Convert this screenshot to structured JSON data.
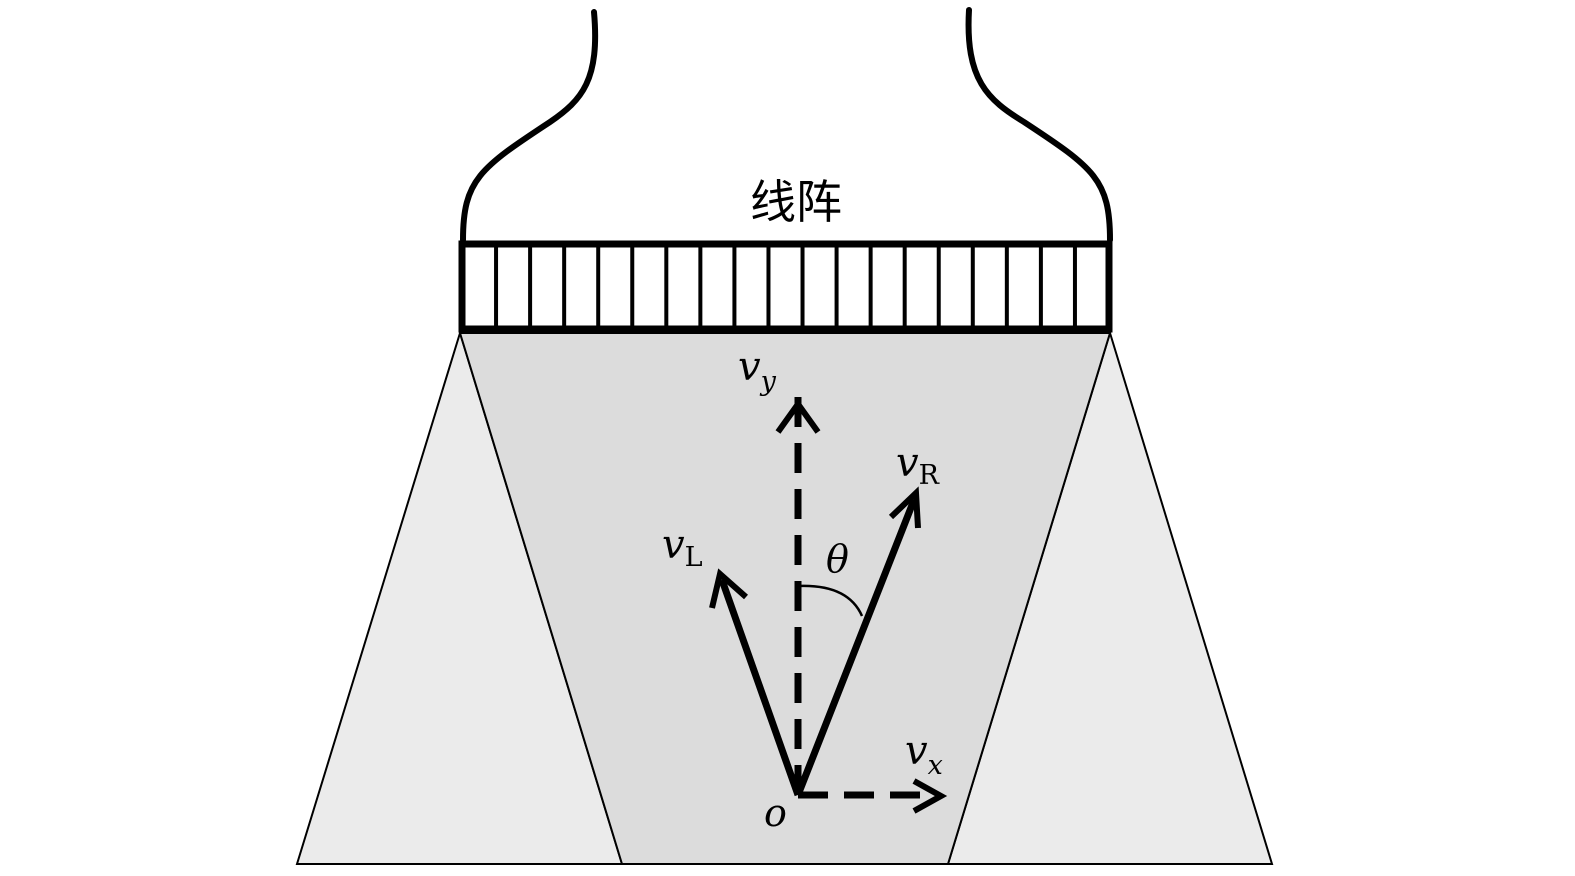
{
  "labels": {
    "array": "线阵",
    "vy_base": "v",
    "vy_sub": "y",
    "vr_base": "v",
    "vr_sub": "R",
    "vl_base": "v",
    "vl_sub": "L",
    "theta": "θ",
    "vx_base": "v",
    "vx_sub": "x",
    "origin": "o"
  },
  "colors": {
    "outer_beam_fill": "#ebebeb",
    "center_beam_fill": "#dcdcdc",
    "stroke": "#000000"
  },
  "array": {
    "element_count": 19
  }
}
